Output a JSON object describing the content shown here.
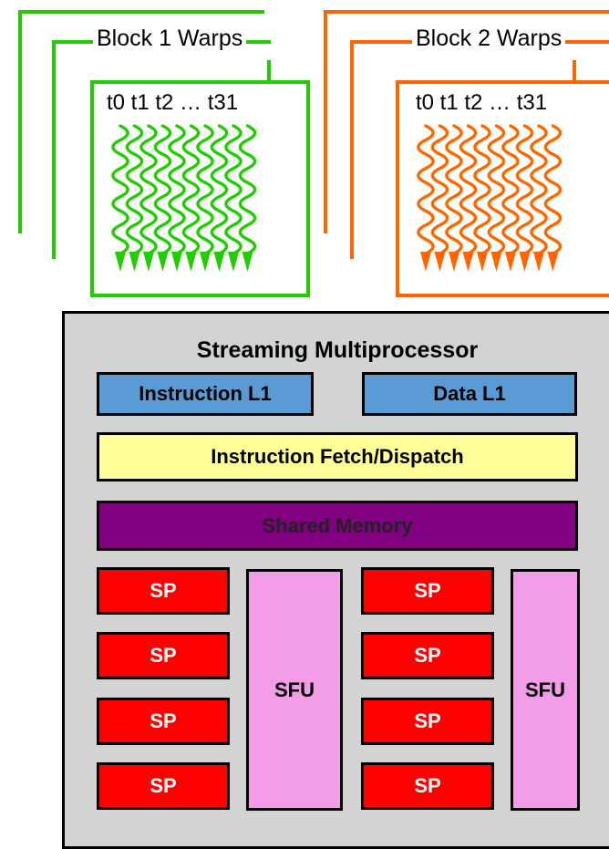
{
  "blocks": [
    {
      "title": "Block 1 Warps",
      "threads": "t0 t1 t2 … t31",
      "color": "#22cc00"
    },
    {
      "title": "Block 2 Warps",
      "threads": "t0 t1 t2 … t31",
      "color": "#ff6600"
    }
  ],
  "sm": {
    "title": "Streaming Multiprocessor",
    "instruction_l1": "Instruction L1",
    "data_l1": "Data L1",
    "fetch_dispatch": "Instruction Fetch/Dispatch",
    "shared_memory": "Shared Memory",
    "sp_label": "SP",
    "sfu_label": "SFU"
  },
  "colors": {
    "cache": "#5b9bd5",
    "fetch": "#ffff99",
    "shared_memory": "#800080",
    "sp": "#ff0000",
    "sfu": "#f39de8",
    "sm_background": "#d3d3d3"
  }
}
